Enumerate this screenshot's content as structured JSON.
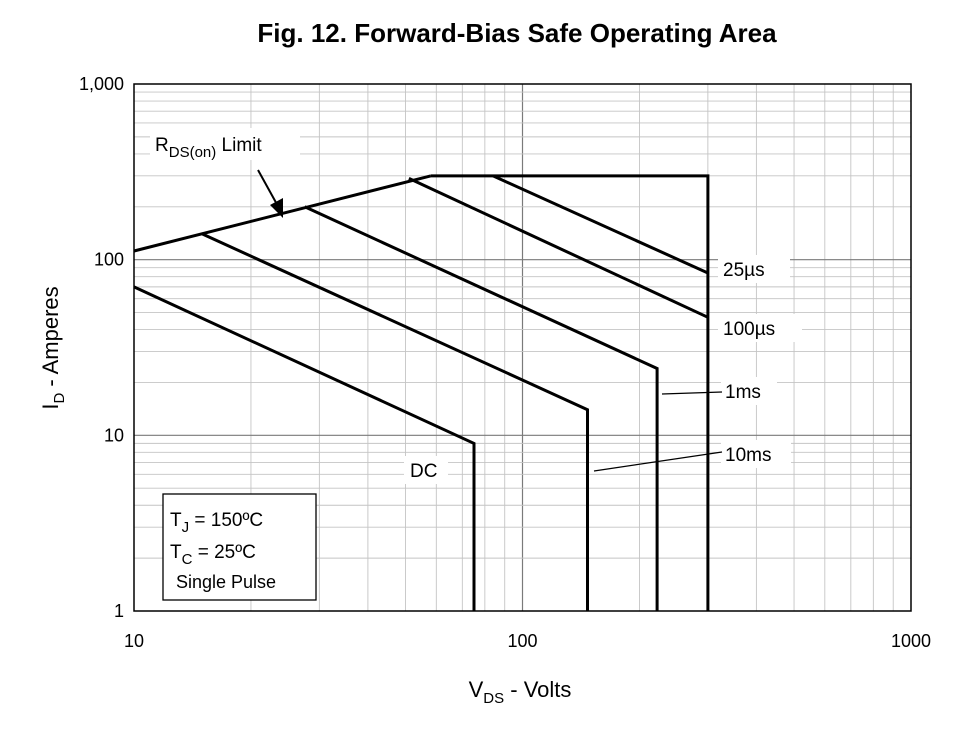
{
  "chart_data": {
    "type": "line",
    "title": "Fig. 12. Forward-Bias Safe Operating Area",
    "xlabel": {
      "main": "V",
      "sub": "DS",
      "rest": " - Volts"
    },
    "ylabel": {
      "main": "I",
      "sub": "D",
      "rest": " - Amperes"
    },
    "x_scale": "log",
    "y_scale": "log",
    "xlim": [
      10,
      1000
    ],
    "ylim": [
      1,
      1000
    ],
    "x_ticks": [
      {
        "value": 10,
        "label": "10"
      },
      {
        "value": 100,
        "label": "100"
      },
      {
        "value": 1000,
        "label": "1000"
      }
    ],
    "y_ticks": [
      {
        "value": 1,
        "label": "1"
      },
      {
        "value": 10,
        "label": "10"
      },
      {
        "value": 100,
        "label": "100"
      },
      {
        "value": 1000,
        "label": "1,000"
      }
    ],
    "grid": true,
    "series": [
      {
        "name": "25µs",
        "points": [
          [
            58,
            300
          ],
          [
            300,
            300
          ],
          [
            300,
            1
          ]
        ]
      },
      {
        "name": "",
        "points": [
          [
            84,
            300
          ],
          [
            300,
            84
          ]
        ]
      },
      {
        "name": "100µs",
        "points": [
          [
            51,
            290
          ],
          [
            300,
            47
          ]
        ]
      },
      {
        "name": "1ms",
        "points": [
          [
            27.5,
            200
          ],
          [
            222,
            24
          ],
          [
            222,
            1
          ]
        ]
      },
      {
        "name": "10ms",
        "points": [
          [
            15,
            140
          ],
          [
            147,
            14
          ],
          [
            147,
            1
          ]
        ]
      },
      {
        "name": "DC",
        "points": [
          [
            10,
            70
          ],
          [
            75,
            9
          ],
          [
            75,
            1
          ]
        ]
      },
      {
        "name": "RDS(on) Limit",
        "points": [
          [
            10,
            112
          ],
          [
            58,
            300
          ]
        ]
      }
    ],
    "labels": {
      "us25": "25µs",
      "us100": "100µs",
      "ms1": "1ms",
      "ms10": "10ms",
      "dc": "DC",
      "rds": {
        "main": "R",
        "sub": "DS(on)",
        "rest": " Limit"
      }
    },
    "conditions": {
      "tj": {
        "main": "T",
        "sub": "J",
        "rest": " = 150ºC"
      },
      "tc": {
        "main": "T",
        "sub": "C",
        "rest": " = 25ºC"
      },
      "pulse": "Single Pulse"
    }
  }
}
